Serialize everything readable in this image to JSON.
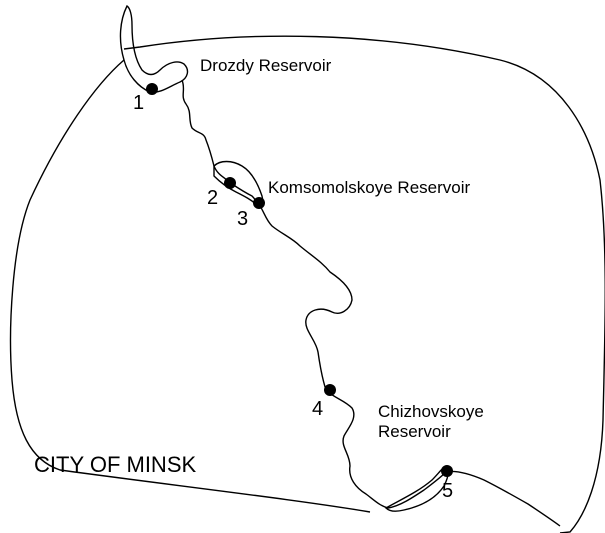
{
  "colors": {
    "line": "#000000",
    "background": "#ffffff"
  },
  "city": {
    "label": "CITY OF MINSK"
  },
  "reservoirs": [
    {
      "name": "Drozdy Reservoir"
    },
    {
      "name": "Komsomolskoye Reservoir"
    },
    {
      "name": "Chizhovskoye\nReservoir"
    }
  ],
  "sampling_sites": [
    {
      "number": "1"
    },
    {
      "number": "2"
    },
    {
      "number": "3"
    },
    {
      "number": "4"
    },
    {
      "number": "5"
    }
  ]
}
